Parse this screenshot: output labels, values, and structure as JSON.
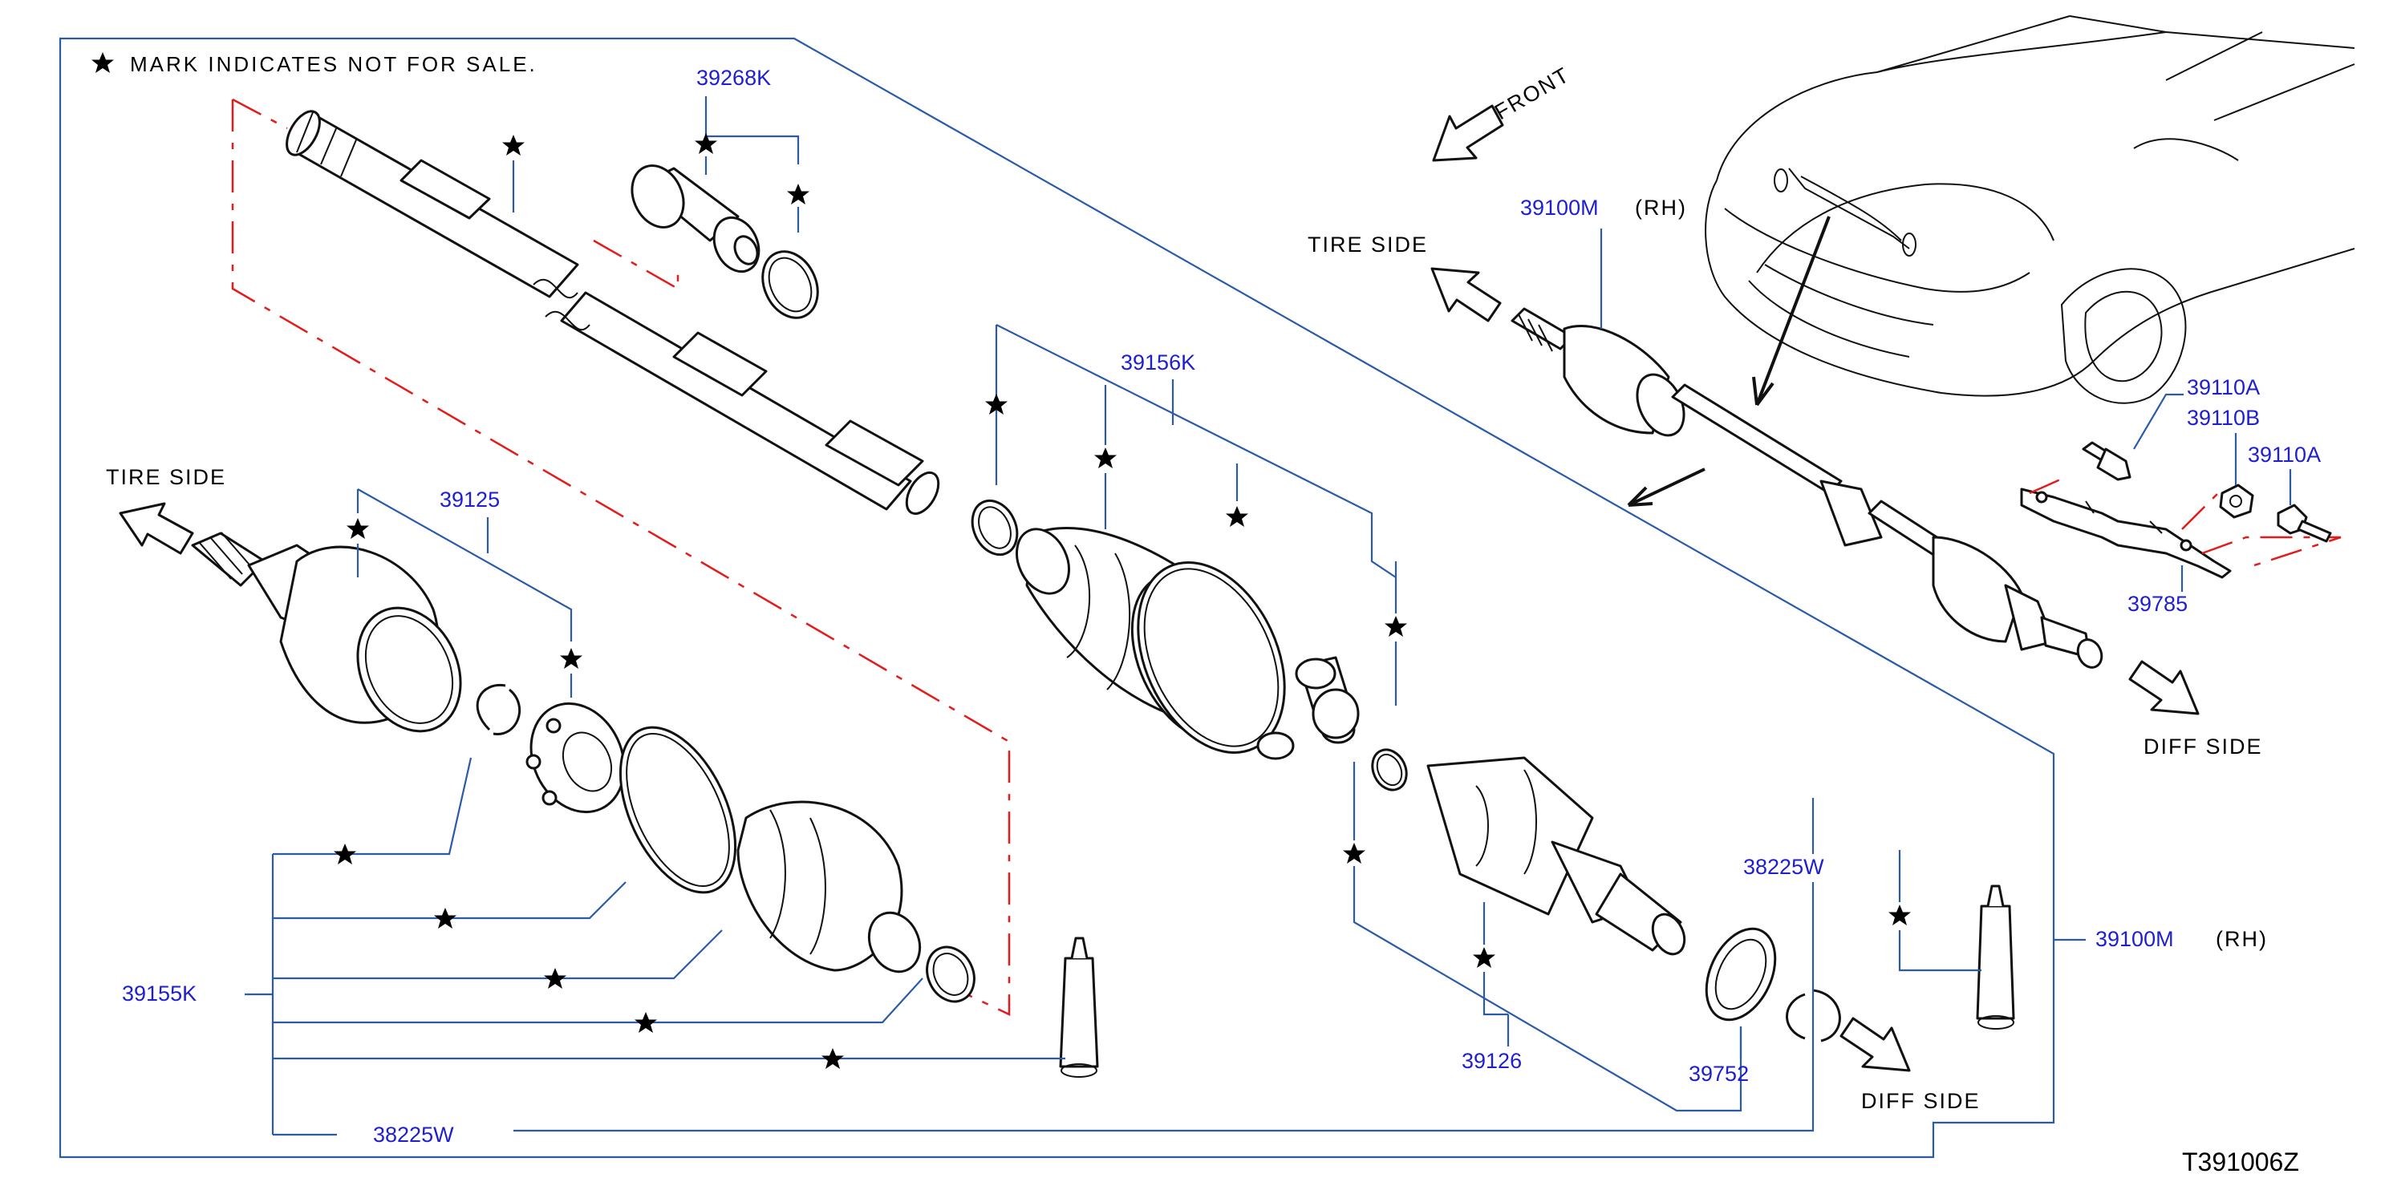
{
  "legend": {
    "note": "MARK  INDICATES  NOT  FOR  SALE."
  },
  "labels": {
    "p39268K": "39268K",
    "p39156K": "39156K",
    "p39125": "39125",
    "p39155K": "39155K",
    "p38225W_a": "38225W",
    "p38225W_b": "38225W",
    "p39126": "39126",
    "p39752": "39752",
    "p39100M_a": "39100M",
    "p39100M_b": "39100M",
    "p39110A_a": "39110A",
    "p39110B": "39110B",
    "p39110A_b": "39110A",
    "p39785": "39785"
  },
  "suffix": {
    "rh_a": "(RH)",
    "rh_b": "(RH)"
  },
  "directions": {
    "front": "FRONT",
    "tire_side_left": "TIRE  SIDE",
    "tire_side_right": "TIRE  SIDE",
    "diff_side_bottom": "DIFF  SIDE",
    "diff_side_right": "DIFF  SIDE"
  },
  "diagram_code": "T391006Z",
  "colors": {
    "part_number": "#1e1ed2",
    "leader": "#2a5aa8",
    "dashed_guide": "#e31b1b",
    "outline": "#111111"
  }
}
